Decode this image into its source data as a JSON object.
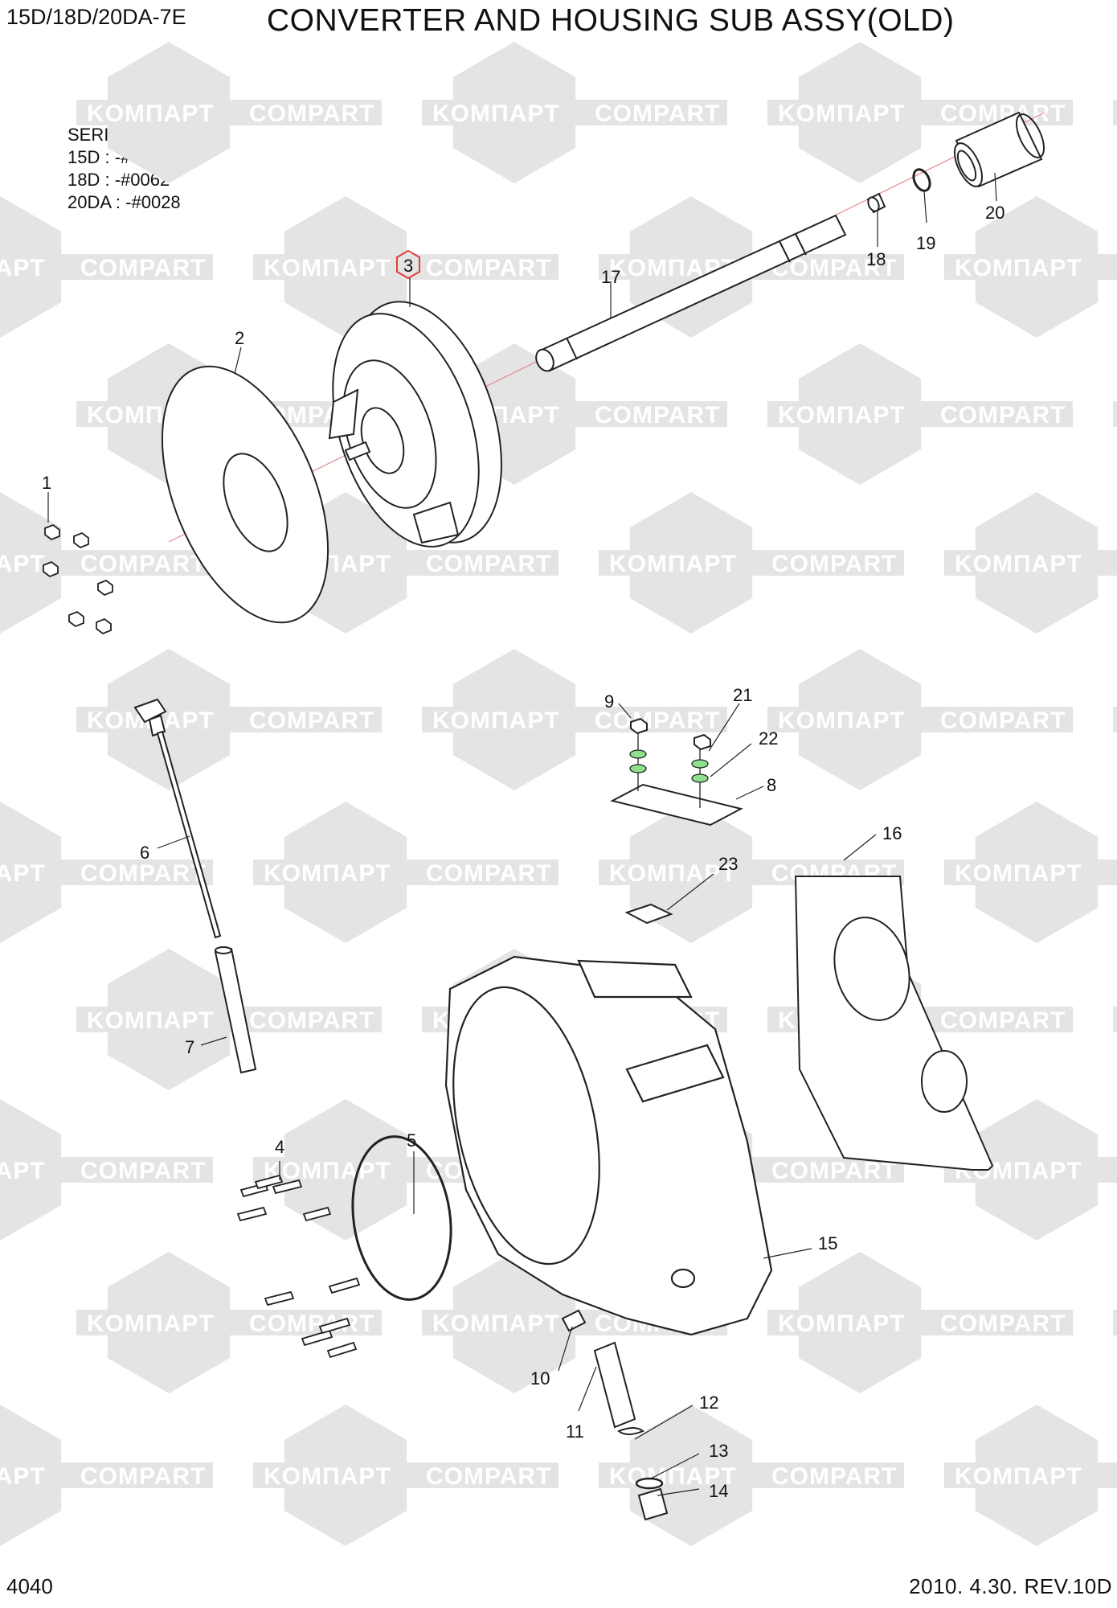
{
  "header": {
    "model": "15D/18D/20DA-7E",
    "title": "CONVERTER AND HOUSING SUB ASSY(OLD)"
  },
  "serial": {
    "heading": "SERIAL NO.",
    "lines": [
      "15D : -#0053",
      "18D : -#0062",
      "20DA : -#0028"
    ]
  },
  "callouts": [
    "1",
    "2",
    "3",
    "4",
    "5",
    "6",
    "7",
    "8",
    "9",
    "10",
    "11",
    "12",
    "13",
    "14",
    "15",
    "16",
    "17",
    "18",
    "19",
    "20",
    "21",
    "22",
    "23"
  ],
  "watermark": {
    "left": "KOMΠAPT",
    "right": "COMPART"
  },
  "footer": {
    "page_code": "4040",
    "date_rev": "2010. 4.30.  REV.10D"
  },
  "colors": {
    "line": "#222222",
    "watermark": "#e4e4e4",
    "highlight_hex": "#e33b3b",
    "washer": "#8ee08e",
    "centerline": "#e88a8a"
  }
}
